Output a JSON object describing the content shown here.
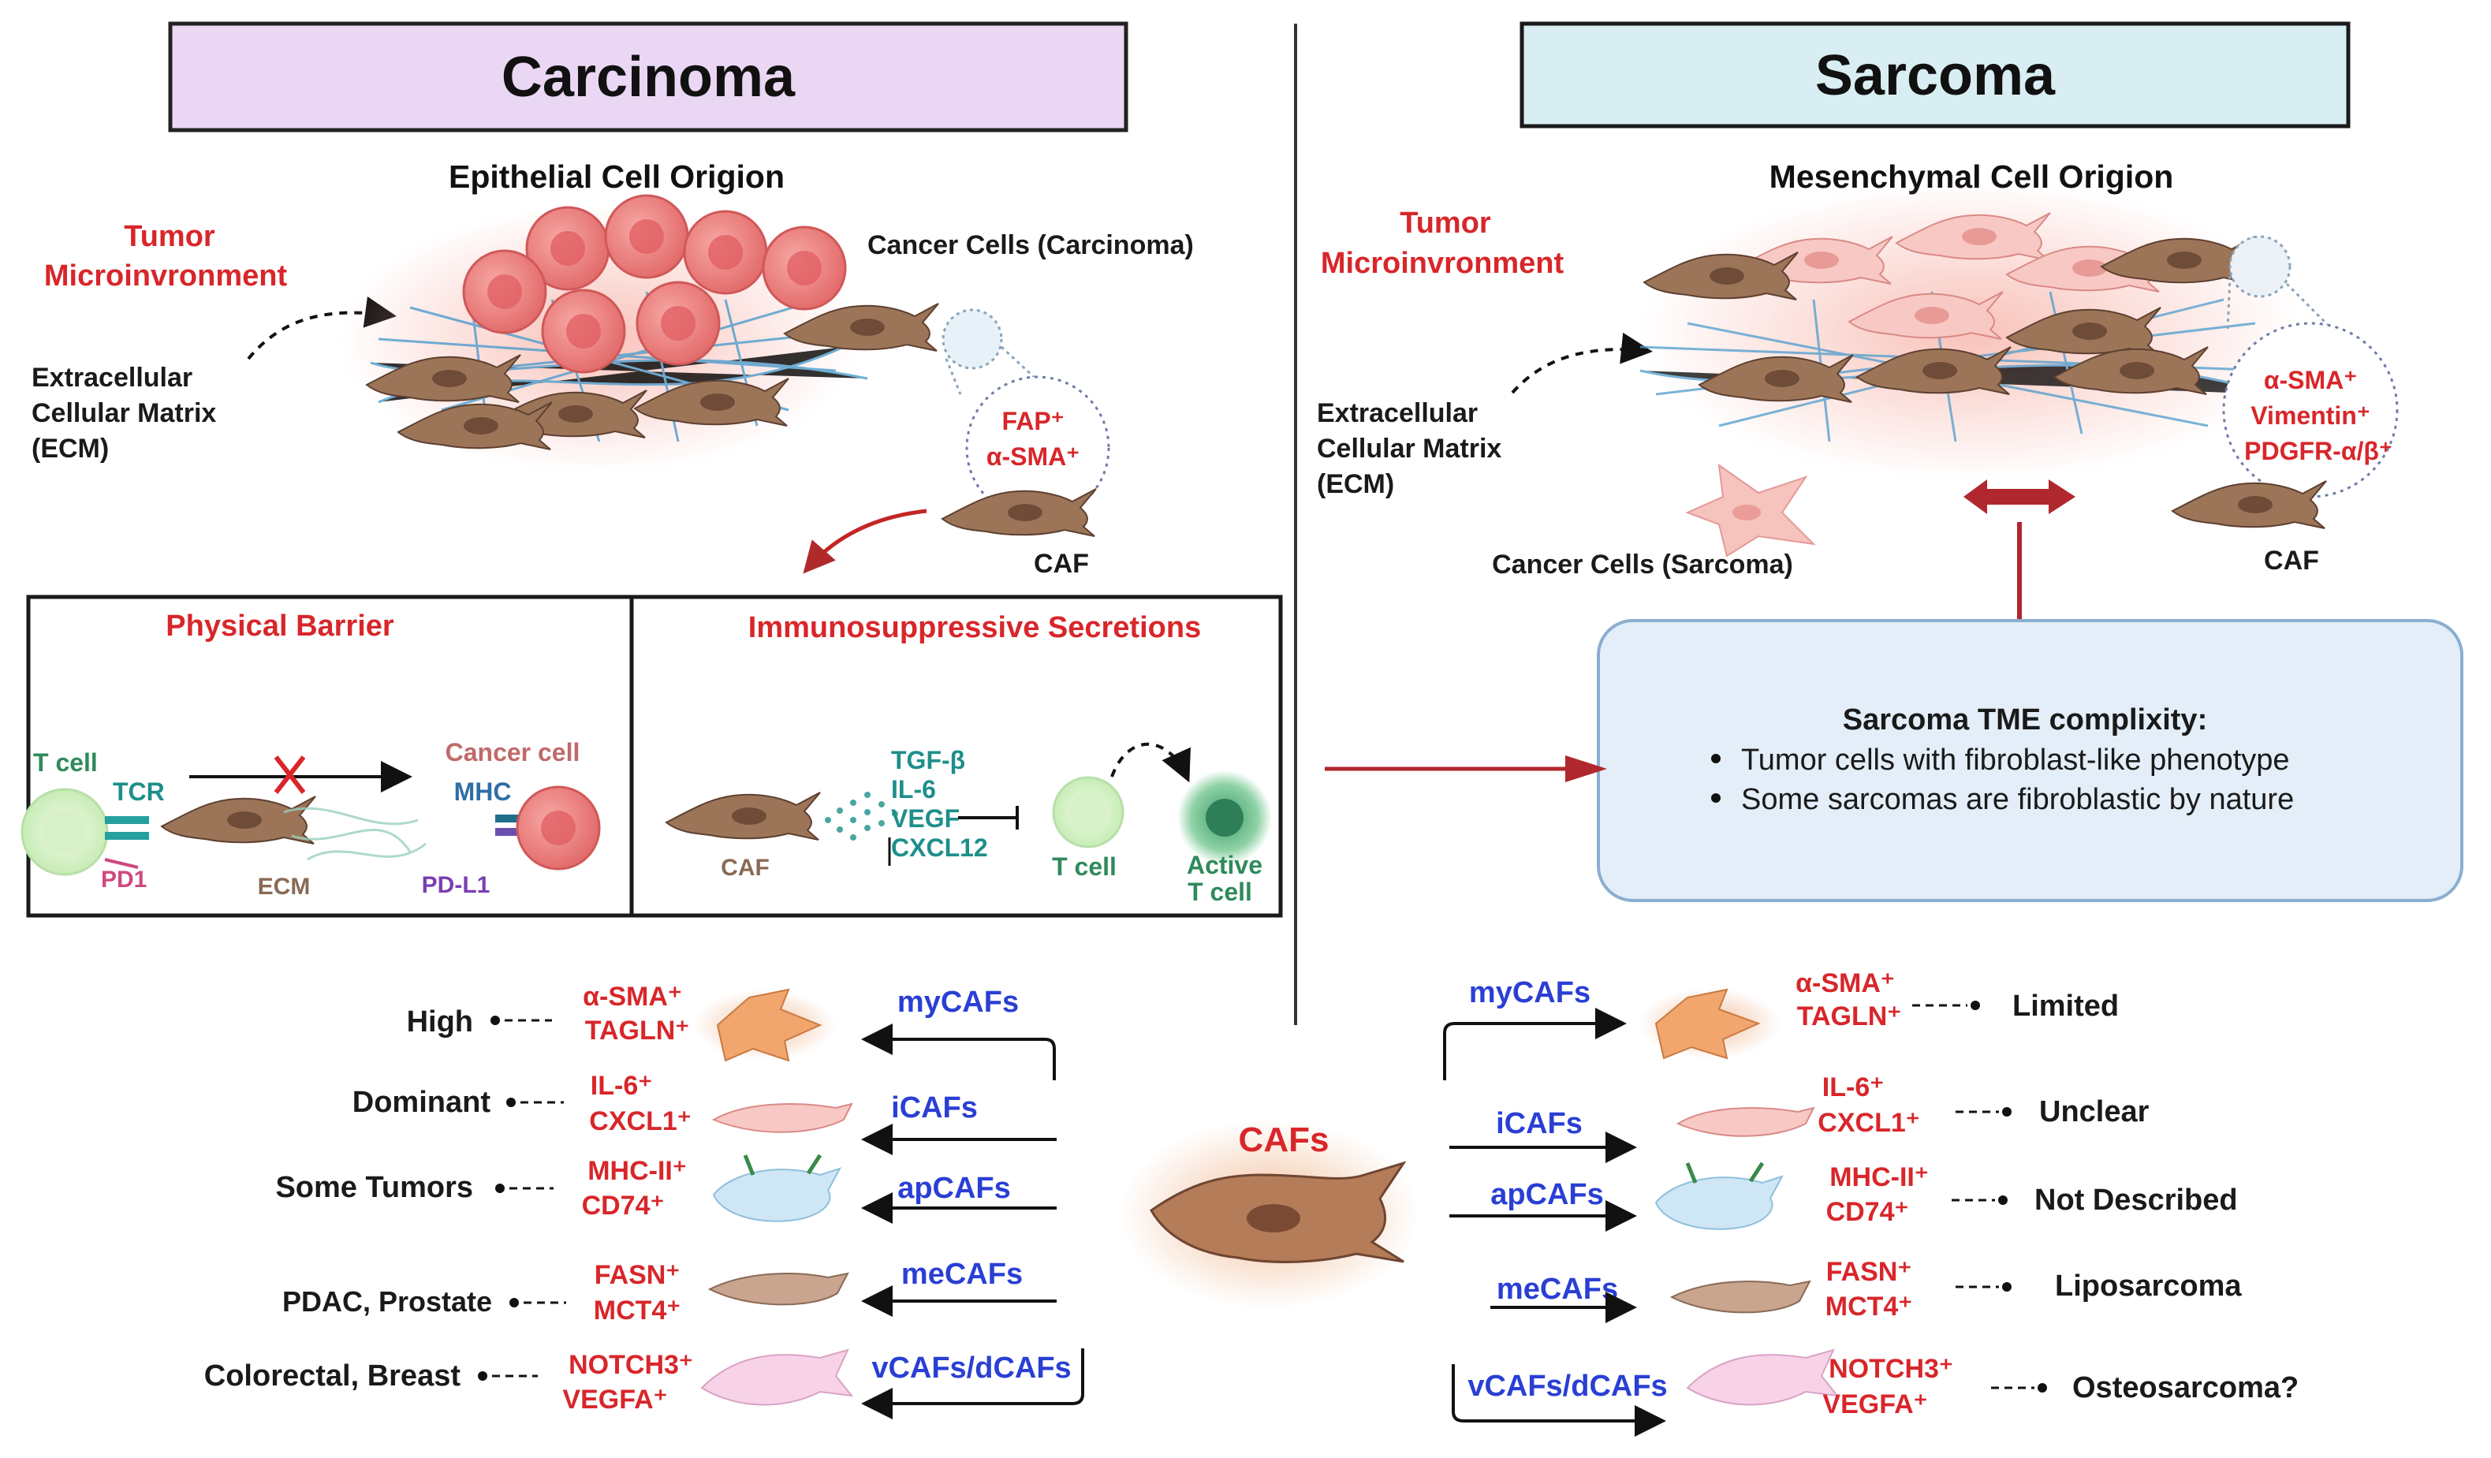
{
  "colors": {
    "accent_red": "#d8262a",
    "caf_blue": "#2a3fd4",
    "cell_brown": "#8a6a55",
    "carcinoma_header": "#ead7f4",
    "sarcoma_header": "#d8eef2",
    "complexity_box": "#e3eef8"
  },
  "carcinoma": {
    "title": "Carcinoma",
    "origin": "Epithelial  Cell Origion",
    "tme_line1": "Tumor",
    "tme_line2": "Microinvronment",
    "ecm_line1": "Extracellular",
    "ecm_line2": "Cellular Matrix",
    "ecm_line3": "(ECM)",
    "cancer_cells": "Cancer Cells (Carcinoma)",
    "marker1": "FAP⁺",
    "marker2": "α-SMA⁺",
    "caf": "CAF"
  },
  "sarcoma": {
    "title": "Sarcoma",
    "origin": "Mesenchymal Cell Origion",
    "tme_line1": "Tumor",
    "tme_line2": "Microinvronment",
    "ecm_line1": "Extracellular",
    "ecm_line2": "Cellular Matrix",
    "ecm_line3": "(ECM)",
    "cancer_cells": "Cancer Cells (Sarcoma)",
    "marker1": "α-SMA⁺",
    "marker2": "Vimentin⁺",
    "marker3": "PDGFR-α/β⁺",
    "caf": "CAF"
  },
  "barrier": {
    "title": "Physical Barrier",
    "tcell": "T cell",
    "tcr": "TCR",
    "pd1": "PD1",
    "ecm": "ECM",
    "cancer_cell": "Cancer cell",
    "mhc": "MHC",
    "pdl1": "PD-L1"
  },
  "secretions": {
    "title": "Immunosuppressive Secretions",
    "caf": "CAF",
    "factors": [
      "TGF-β",
      "IL-6",
      "VEGF",
      "CXCL12"
    ],
    "tcell": "T cell",
    "active1": "Active",
    "active2": "T cell"
  },
  "complexity": {
    "title": "Sarcoma TME complixity:",
    "bullets": [
      "Tumor cells with fibroblast-like phenotype",
      "Some sarcomas are fibroblastic by nature"
    ]
  },
  "center_label": "CAFs",
  "subtypes": [
    {
      "name": "myCAFs",
      "markers": [
        "α-SMA⁺",
        "TAGLN⁺"
      ],
      "carcinoma": "High",
      "sarcoma": "Limited",
      "s_markers": [
        "α-SMA⁺",
        "TAGLN⁺"
      ]
    },
    {
      "name": "iCAFs",
      "markers": [
        "IL-6⁺",
        "CXCL1⁺"
      ],
      "carcinoma": "Dominant",
      "sarcoma": "Unclear",
      "s_markers": [
        "IL-6⁺",
        "CXCL1⁺"
      ]
    },
    {
      "name": "apCAFs",
      "markers": [
        "MHC-II⁺",
        "CD74⁺"
      ],
      "carcinoma": "Some Tumors",
      "sarcoma": "Not Described",
      "s_markers": [
        "MHC-II⁺",
        "CD74⁺"
      ]
    },
    {
      "name": "meCAFs",
      "markers": [
        "FASN⁺",
        "MCT4⁺"
      ],
      "carcinoma": "PDAC, Prostate",
      "sarcoma": "Liposarcoma",
      "s_markers": [
        "FASN⁺",
        "MCT4⁺"
      ]
    },
    {
      "name": "vCAFs/dCAFs",
      "markers": [
        "NOTCH3⁺",
        "VEGFA⁺"
      ],
      "carcinoma": "Colorectal, Breast",
      "sarcoma": "Osteosarcoma?",
      "s_markers": [
        "NOTCH3⁺",
        "VEGFA⁺"
      ]
    }
  ]
}
